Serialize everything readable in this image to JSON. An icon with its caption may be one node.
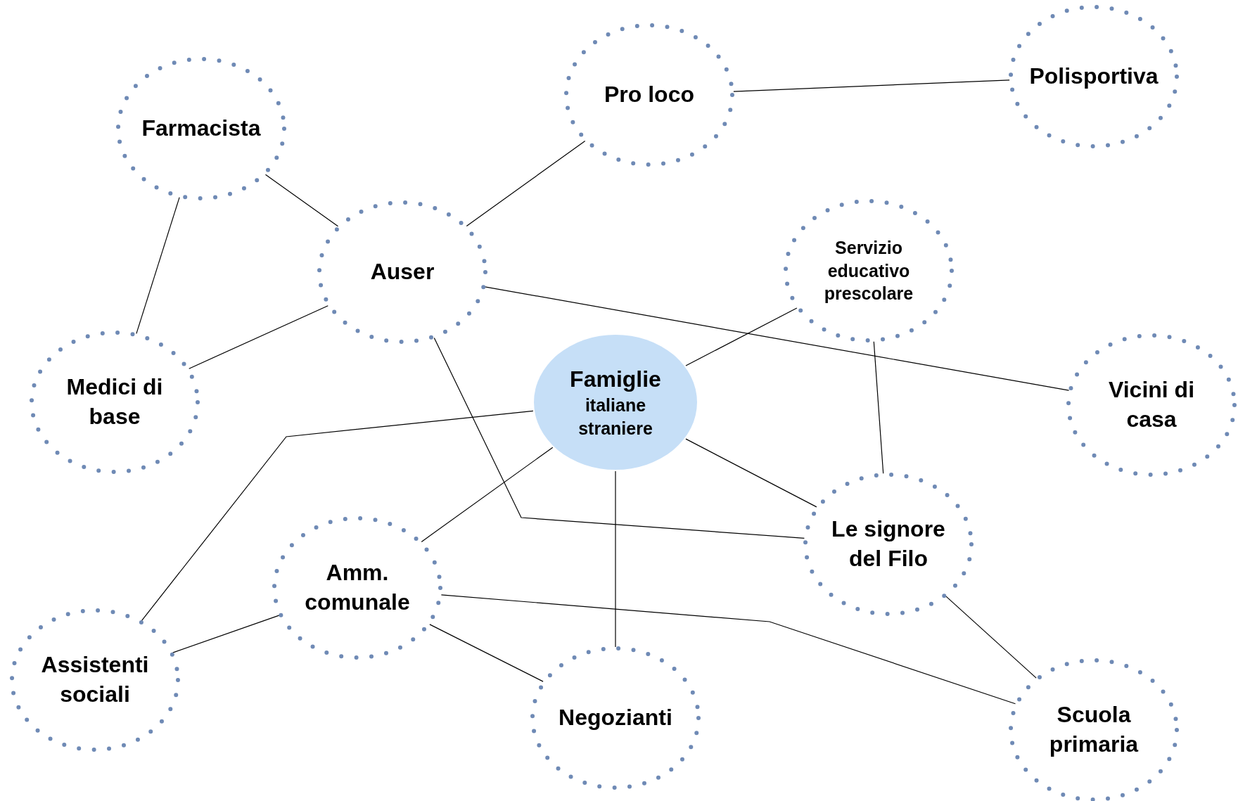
{
  "diagram": {
    "nodes": [
      {
        "text": [
          "Famiglie",
          "italiane straniere"
        ]
      },
      {
        "text": [
          "Farmacista"
        ]
      },
      {
        "text": [
          "Pro loco"
        ]
      },
      {
        "text": [
          "Polisportiva"
        ]
      },
      {
        "text": [
          "Auser"
        ]
      },
      {
        "text": [
          "Servizio educativo prescolare"
        ]
      },
      {
        "text": [
          "Medici di base"
        ]
      },
      {
        "text": [
          "Vicini di casa"
        ]
      },
      {
        "text": [
          "Le signore del Filo"
        ]
      },
      {
        "text": [
          "Amm. comunale"
        ]
      },
      {
        "text": [
          "Assistenti sociali"
        ]
      },
      {
        "text": [
          "Negozianti"
        ]
      },
      {
        "text": [
          "Scuola primaria"
        ]
      }
    ],
    "edges": [
      {
        "from": 1,
        "to": 4,
        "arrow": "none"
      },
      {
        "from": 1,
        "to": 6,
        "arrow": "none"
      },
      {
        "from": 4,
        "to": 2,
        "arrow": "none"
      },
      {
        "from": 2,
        "to": 3,
        "arrow": "none"
      },
      {
        "from": 4,
        "to": 6,
        "arrow": "none"
      },
      {
        "from": 4,
        "to": 7,
        "arrow": "none"
      },
      {
        "from": 4,
        "to": 8,
        "arrow": "none"
      },
      {
        "from": 0,
        "to": 5,
        "arrow": "none"
      },
      {
        "from": 0,
        "to": 10,
        "arrow": "none"
      },
      {
        "from": 0,
        "to": 9,
        "arrow": "none"
      },
      {
        "from": 0,
        "to": 11,
        "arrow": "none"
      },
      {
        "from": 0,
        "to": 8,
        "arrow": "none"
      },
      {
        "from": 5,
        "to": 8,
        "arrow": "none"
      },
      {
        "from": 9,
        "to": 10,
        "arrow": "none"
      },
      {
        "from": 9,
        "to": 11,
        "arrow": "none"
      },
      {
        "from": 9,
        "to": 12,
        "arrow": "none"
      },
      {
        "from": 8,
        "to": 12,
        "arrow": "none"
      }
    ]
  }
}
